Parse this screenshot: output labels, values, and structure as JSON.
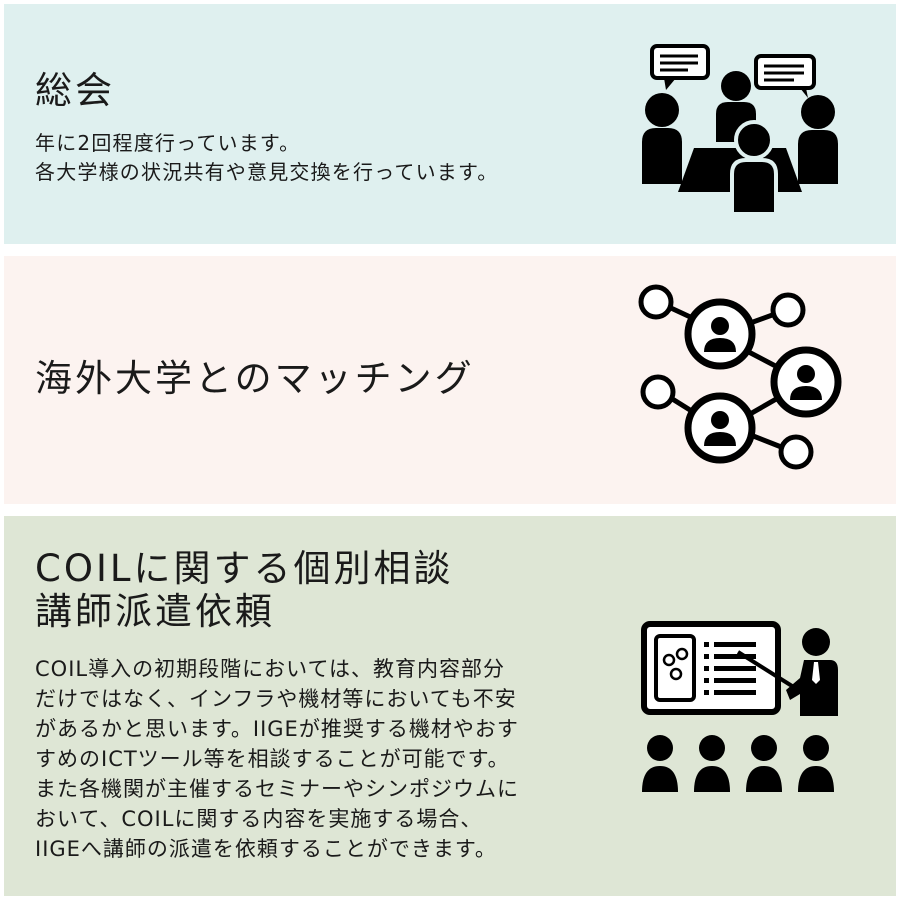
{
  "sections": [
    {
      "title": "総会",
      "desc": [
        "年に2回程度行っています。",
        "各大学様の状況共有や意見交換を行っています。"
      ],
      "bg": "#dff0ef",
      "icon": "meeting-discussion-icon"
    },
    {
      "title": "海外大学とのマッチング",
      "bg": "#fcf3f0",
      "icon": "network-matching-icon"
    },
    {
      "title_lines": [
        "COILに関する個別相談",
        "講師派遣依頼"
      ],
      "desc": [
        "COIL導入の初期段階においては、教育内容部分",
        "だけではなく、インフラや機材等においても不安",
        "があるかと思います。IIGEが推奨する機材やおす",
        "すめのICTツール等を相談することが可能です。",
        "また各機関が主催するセミナーやシンポジウムに",
        "おいて、COILに関する内容を実施する場合、",
        "IIGEへ講師の派遣を依頼することができます。"
      ],
      "bg": "#dee6d5",
      "icon": "lecturer-presentation-icon"
    }
  ]
}
